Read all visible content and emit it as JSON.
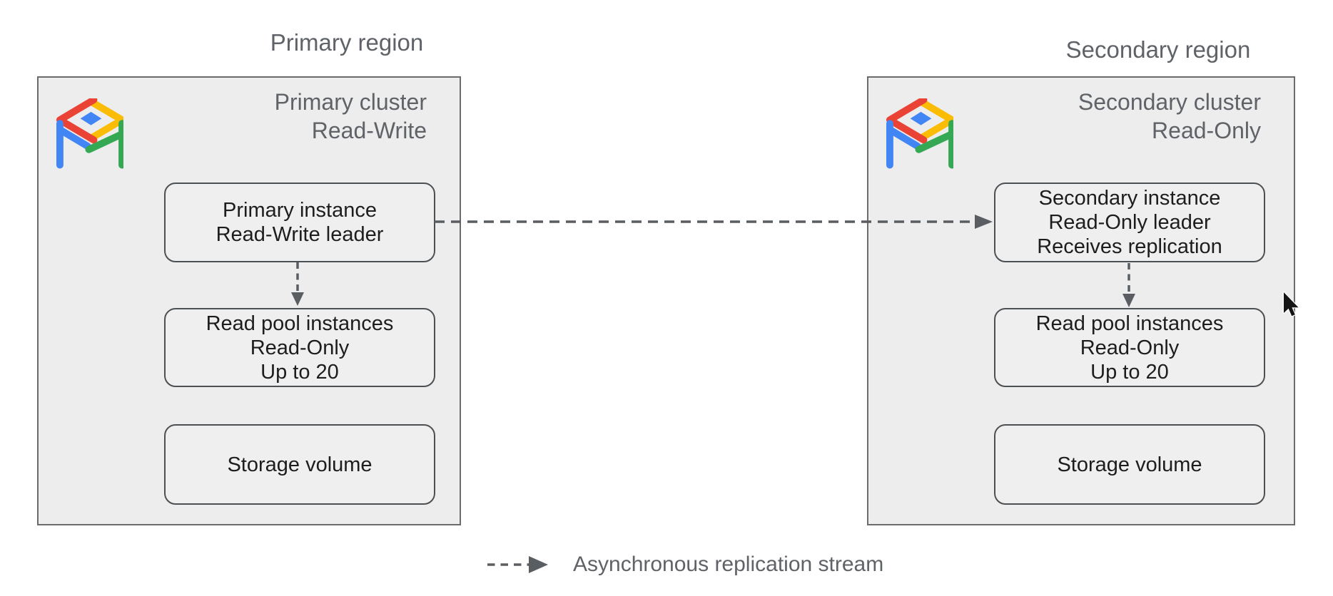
{
  "legend": {
    "label": "Asynchronous replication stream"
  },
  "regions": [
    {
      "region_label": "Primary region",
      "cluster": {
        "title_line1": "Primary cluster",
        "title_line2": "Read-Write",
        "icon": "alloydb-icon",
        "boxes": [
          {
            "lines": [
              "Primary instance",
              "Read-Write leader"
            ]
          },
          {
            "lines": [
              "Read pool instances",
              "Read-Only",
              "Up to 20"
            ]
          },
          {
            "lines": [
              "Storage volume"
            ]
          }
        ]
      }
    },
    {
      "region_label": "Secondary region",
      "cluster": {
        "title_line1": "Secondary cluster",
        "title_line2": "Read-Only",
        "icon": "alloydb-icon",
        "boxes": [
          {
            "lines": [
              "Secondary instance",
              "Read-Only leader",
              "Receives replication"
            ]
          },
          {
            "lines": [
              "Read pool instances",
              "Read-Only",
              "Up to 20"
            ]
          },
          {
            "lines": [
              "Storage volume"
            ]
          }
        ]
      }
    }
  ],
  "arrows": {
    "cross_region": "primary-instance-to-secondary-instance",
    "left_internal": "primary-instance-to-read-pool",
    "right_internal": "secondary-instance-to-read-pool"
  },
  "colors": {
    "background": "#ffffff",
    "cluster_fill": "#ededed",
    "cluster_border": "#6b6b6b",
    "node_fill": "#efefef",
    "node_border": "#4d5053",
    "node_text": "#1d1d1d",
    "muted_text": "#5f6368",
    "arrow": "#5a5e62",
    "icon_red": "#EA4335",
    "icon_yellow": "#FBBC05",
    "icon_green": "#34A853",
    "icon_blue": "#4285F4"
  }
}
